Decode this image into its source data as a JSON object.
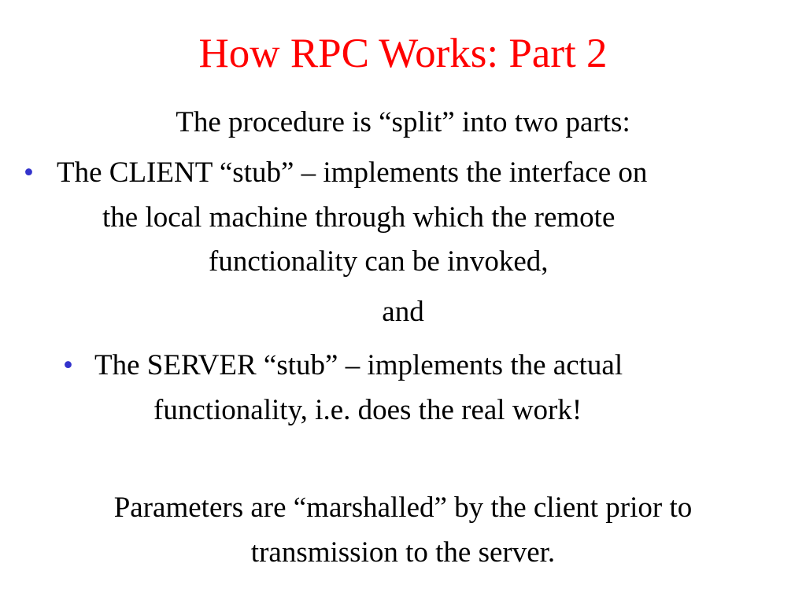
{
  "slide": {
    "title": "How RPC Works: Part 2",
    "intro": "The procedure is “split” into two parts:",
    "bullet_symbol": "•",
    "bullets": [
      {
        "lines": [
          "The CLIENT “stub” – implements the interface on",
          "the local machine through which the remote",
          "functionality can be invoked,"
        ]
      },
      {
        "lines": [
          "The SERVER “stub” – implements the actual",
          "functionality, i.e. does the real work!"
        ]
      }
    ],
    "connector": "and",
    "footer_lines": [
      "Parameters are “marshalled” by the client prior to",
      "transmission to the server."
    ]
  },
  "colors": {
    "title": "#ff0000",
    "text": "#000000",
    "bullet": "#3333cc",
    "background": "#ffffff"
  }
}
